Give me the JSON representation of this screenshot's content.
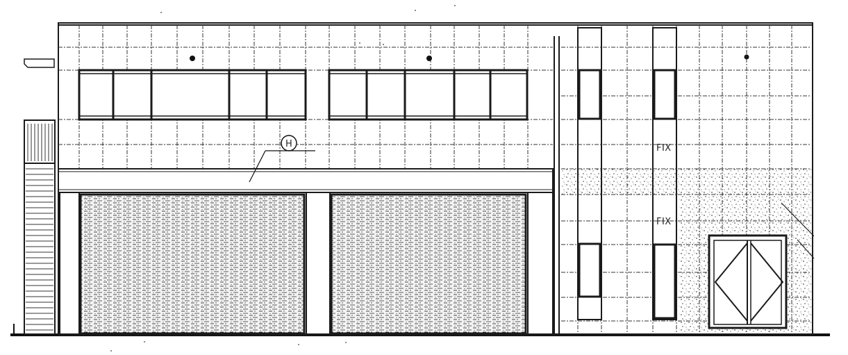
{
  "drawing": {
    "labels": {
      "marker": "H",
      "fix_upper": "FIX",
      "fix_lower": "FIX"
    },
    "colors": {
      "ink": "#1a1a1a",
      "paper": "#ffffff",
      "stipple": "#3a3a3a"
    }
  }
}
